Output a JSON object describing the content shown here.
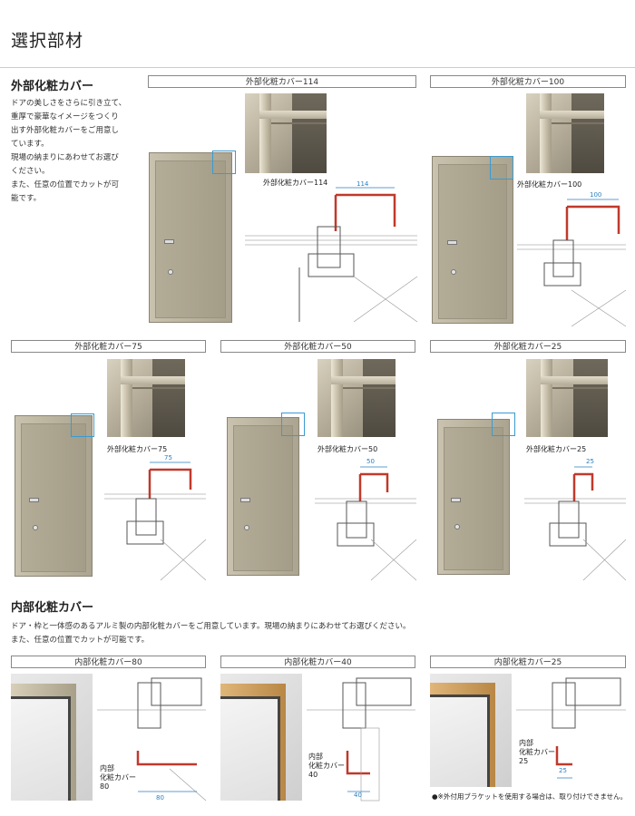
{
  "page_title": "選択部材",
  "exterior": {
    "heading": "外部化粧カバー",
    "description": [
      "ドアの美しさをさらに引き立て、",
      "重厚で豪華なイメージをつくり",
      "出す外部化粧カバーをご用意し",
      "ています。",
      "現場の納まりにあわせてお選び",
      "ください。",
      "また、任意の位置でカットが可",
      "能です。"
    ],
    "panels": [
      {
        "label": "外部化粧カバー114",
        "callout": "外部化粧カバー114",
        "dim": "114"
      },
      {
        "label": "外部化粧カバー100",
        "callout": "外部化粧カバー100",
        "dim": "100"
      },
      {
        "label": "外部化粧カバー75",
        "callout": "外部化粧カバー75",
        "dim": "75"
      },
      {
        "label": "外部化粧カバー50",
        "callout": "外部化粧カバー50",
        "dim": "50"
      },
      {
        "label": "外部化粧カバー25",
        "callout": "外部化粧カバー25",
        "dim": "25"
      }
    ]
  },
  "interior": {
    "heading": "内部化粧カバー",
    "description": [
      "ドア・枠と一体感のあるアルミ製の内部化粧カバーをご用意しています。現場の納まりにあわせてお選びください。",
      "また、任意の位置でカットが可能です。"
    ],
    "panels": [
      {
        "label": "内部化粧カバー80",
        "callout_1": "内部",
        "callout_2": "化粧カバー",
        "callout_3": "80",
        "dim": "80",
        "frame_color": "#b9b09a"
      },
      {
        "label": "内部化粧カバー40",
        "callout_1": "内部",
        "callout_2": "化粧カバー",
        "callout_3": "40",
        "dim": "40",
        "frame_color": "#c99a5a"
      },
      {
        "label": "内部化粧カバー25",
        "callout_1": "内部",
        "callout_2": "化粧カバー",
        "callout_3": "25",
        "dim": "25",
        "frame_color": "#c99a5a"
      }
    ],
    "note": "●※外付用ブラケットを使用する場合は、取り付けできません。"
  },
  "colors": {
    "accent": "#3a9bd0",
    "section_red": "#c0392b"
  }
}
